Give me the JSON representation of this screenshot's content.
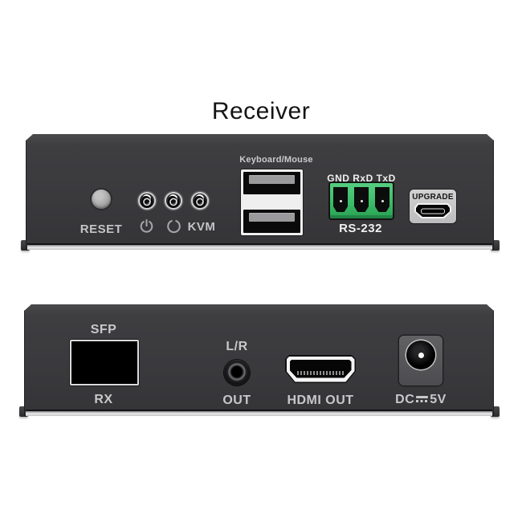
{
  "title": "Receiver",
  "front_panel": {
    "reset_label": "RESET",
    "power_icon": "power-icon",
    "link_icon": "link-loop-icon",
    "kvm_label": "KVM",
    "usb_label": "Keyboard/Mouse",
    "serial_pins_label": "GND RxD TxD",
    "serial_label": "RS-232",
    "upgrade_label": "UPGRADE"
  },
  "rear_panel": {
    "sfp_label": "SFP",
    "rx_label": "RX",
    "lr_label": "L/R",
    "out_label": "OUT",
    "hdmi_label": "HDMI OUT",
    "dc_label_prefix": "DC",
    "dc_label_suffix": "5V"
  },
  "colors": {
    "background": "#ffffff",
    "panel_body": "#3b3b3e",
    "panel_edge_silver": "#ededee",
    "label_gray": "#c4c4c6",
    "label_white": "#f0f0f0",
    "terminal_green": "#3bbd68",
    "upgrade_plate_gray": "#c9c9c9",
    "title_black": "#141414"
  }
}
